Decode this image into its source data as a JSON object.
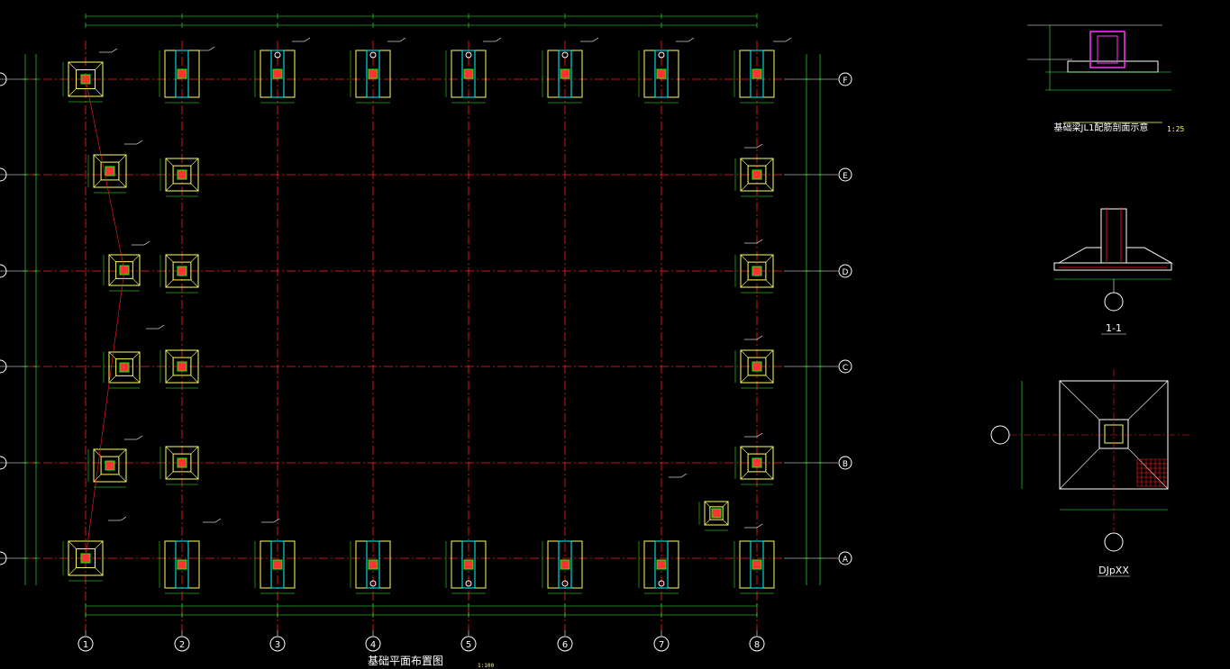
{
  "colors": {
    "background": "#000000",
    "grid_line": "#ff2020",
    "footing": "#ffff66",
    "dim_line": "#33ff33",
    "text": "#ffffff",
    "column": "#ff33ff",
    "bubble": "#ffffff",
    "accent": "#00ffff"
  },
  "axes": {
    "columns": [
      "1",
      "2",
      "3",
      "4",
      "5",
      "6",
      "7",
      "8"
    ],
    "rows": [
      "F",
      "E",
      "D",
      "C",
      "B",
      "A"
    ]
  },
  "plan": {
    "title": "基础平面布置图",
    "scale": "1:100"
  },
  "details": {
    "section_a_title": "基础梁JL1配筋剖面示意",
    "section_a_scale": "1:25",
    "section_1_title": "1-1",
    "footing_title": "DJpXX"
  }
}
